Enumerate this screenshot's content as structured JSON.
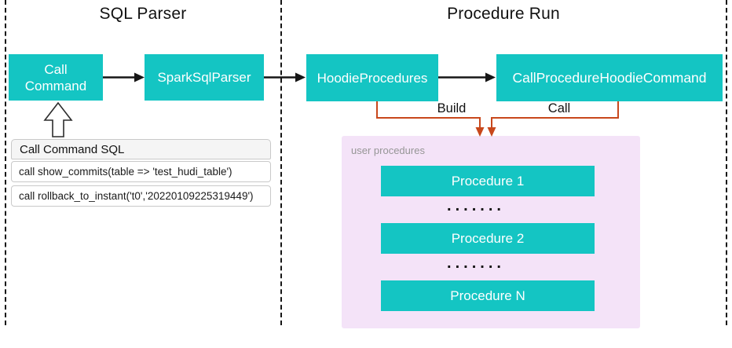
{
  "regions": {
    "sql_parser_title": "SQL Parser",
    "procedure_run_title": "Procedure Run"
  },
  "nodes": {
    "call_command": {
      "line1": "Call",
      "line2": "Command"
    },
    "spark_sql_parser": "SparkSqlParser",
    "hoodie_procedures": "HoodieProcedures",
    "call_procedure_hoodie_command": "CallProcedureHoodieCommand"
  },
  "edges": {
    "build_label": "Build",
    "call_label": "Call"
  },
  "sql_panel": {
    "title": "Call Command SQL",
    "statements": [
      "call show_commits(table => 'test_hudi_table')",
      "call rollback_to_instant('t0','20220109225319449')"
    ]
  },
  "user_procedures": {
    "label": "user procedures",
    "items": [
      "Procedure 1",
      "Procedure 2",
      "Procedure N"
    ],
    "dots": "......."
  },
  "colors": {
    "teal": "#14c5c3",
    "purple_bg": "#f4e3f8",
    "orange": "#c8481c"
  }
}
